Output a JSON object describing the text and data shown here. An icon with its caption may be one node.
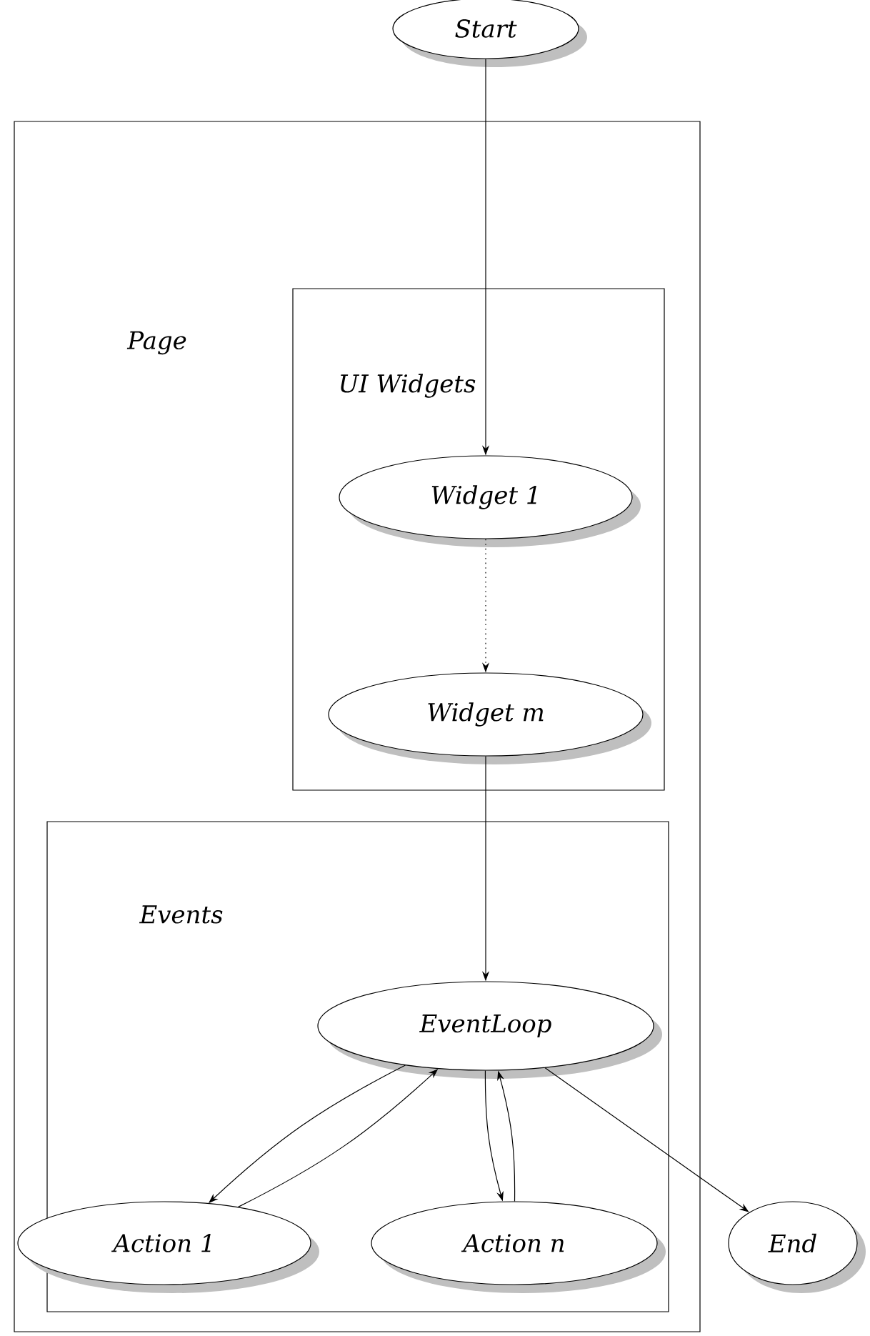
{
  "diagram": {
    "nodes": [
      {
        "text": [
          "Start"
        ]
      },
      {
        "text": [
          "Page"
        ]
      },
      {
        "text": [
          "UI Widgets"
        ],
        "in": 1
      },
      {
        "text": [
          "Widget 1"
        ],
        "in": 2
      },
      {
        "text": [
          "Widget m"
        ],
        "in": 2
      },
      {
        "text": [
          "Events"
        ],
        "in": 1
      },
      {
        "text": [
          "EventLoop"
        ],
        "in": 5
      },
      {
        "text": [
          "Action 1"
        ],
        "in": 5
      },
      {
        "text": [
          "Action n"
        ],
        "in": 5
      },
      {
        "text": [
          "End"
        ]
      }
    ],
    "edges": [
      {
        "from": 0,
        "to": 3,
        "arrow": "to"
      },
      {
        "from": 3,
        "to": 4,
        "arrow": "to",
        "style": "dashed"
      },
      {
        "from": 4,
        "to": 6,
        "arrow": "to"
      },
      {
        "from": 6,
        "to": 7,
        "arrow": "to"
      },
      {
        "from": 7,
        "to": 6,
        "arrow": "to"
      },
      {
        "from": 6,
        "to": 8,
        "arrow": "to"
      },
      {
        "from": 8,
        "to": 6,
        "arrow": "to"
      },
      {
        "from": 6,
        "to": 9,
        "arrow": "to"
      }
    ]
  }
}
